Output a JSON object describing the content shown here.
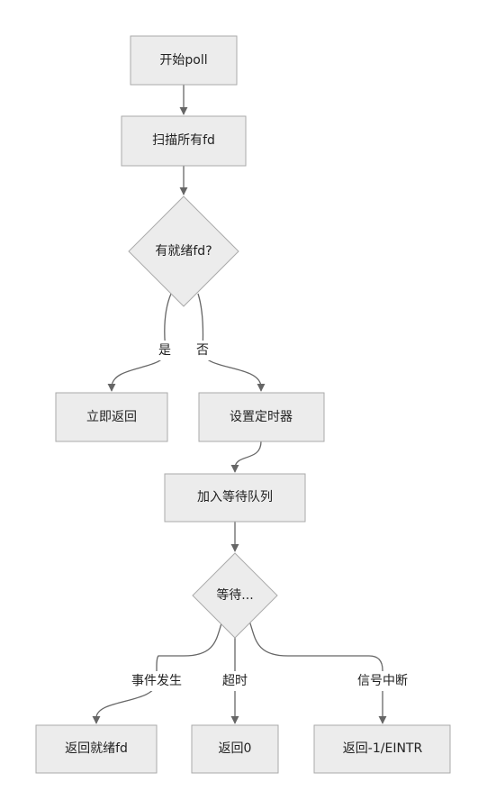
{
  "nodes": {
    "start": "开始poll",
    "scan": "扫描所有fd",
    "decision_ready": "有就绪fd?",
    "return_now": "立即返回",
    "set_timer": "设置定时器",
    "add_wait_queue": "加入等待队列",
    "waiting": "等待...",
    "return_ready": "返回就绪fd",
    "return_zero": "返回0",
    "return_eintr": "返回-1/EINTR"
  },
  "edges": {
    "yes": "是",
    "no": "否",
    "event": "事件发生",
    "timeout": "超时",
    "signal": "信号中断"
  },
  "colors": {
    "node_fill": "#ececec",
    "node_stroke": "#aaaaaa",
    "edge": "#666666",
    "text": "#222222"
  }
}
